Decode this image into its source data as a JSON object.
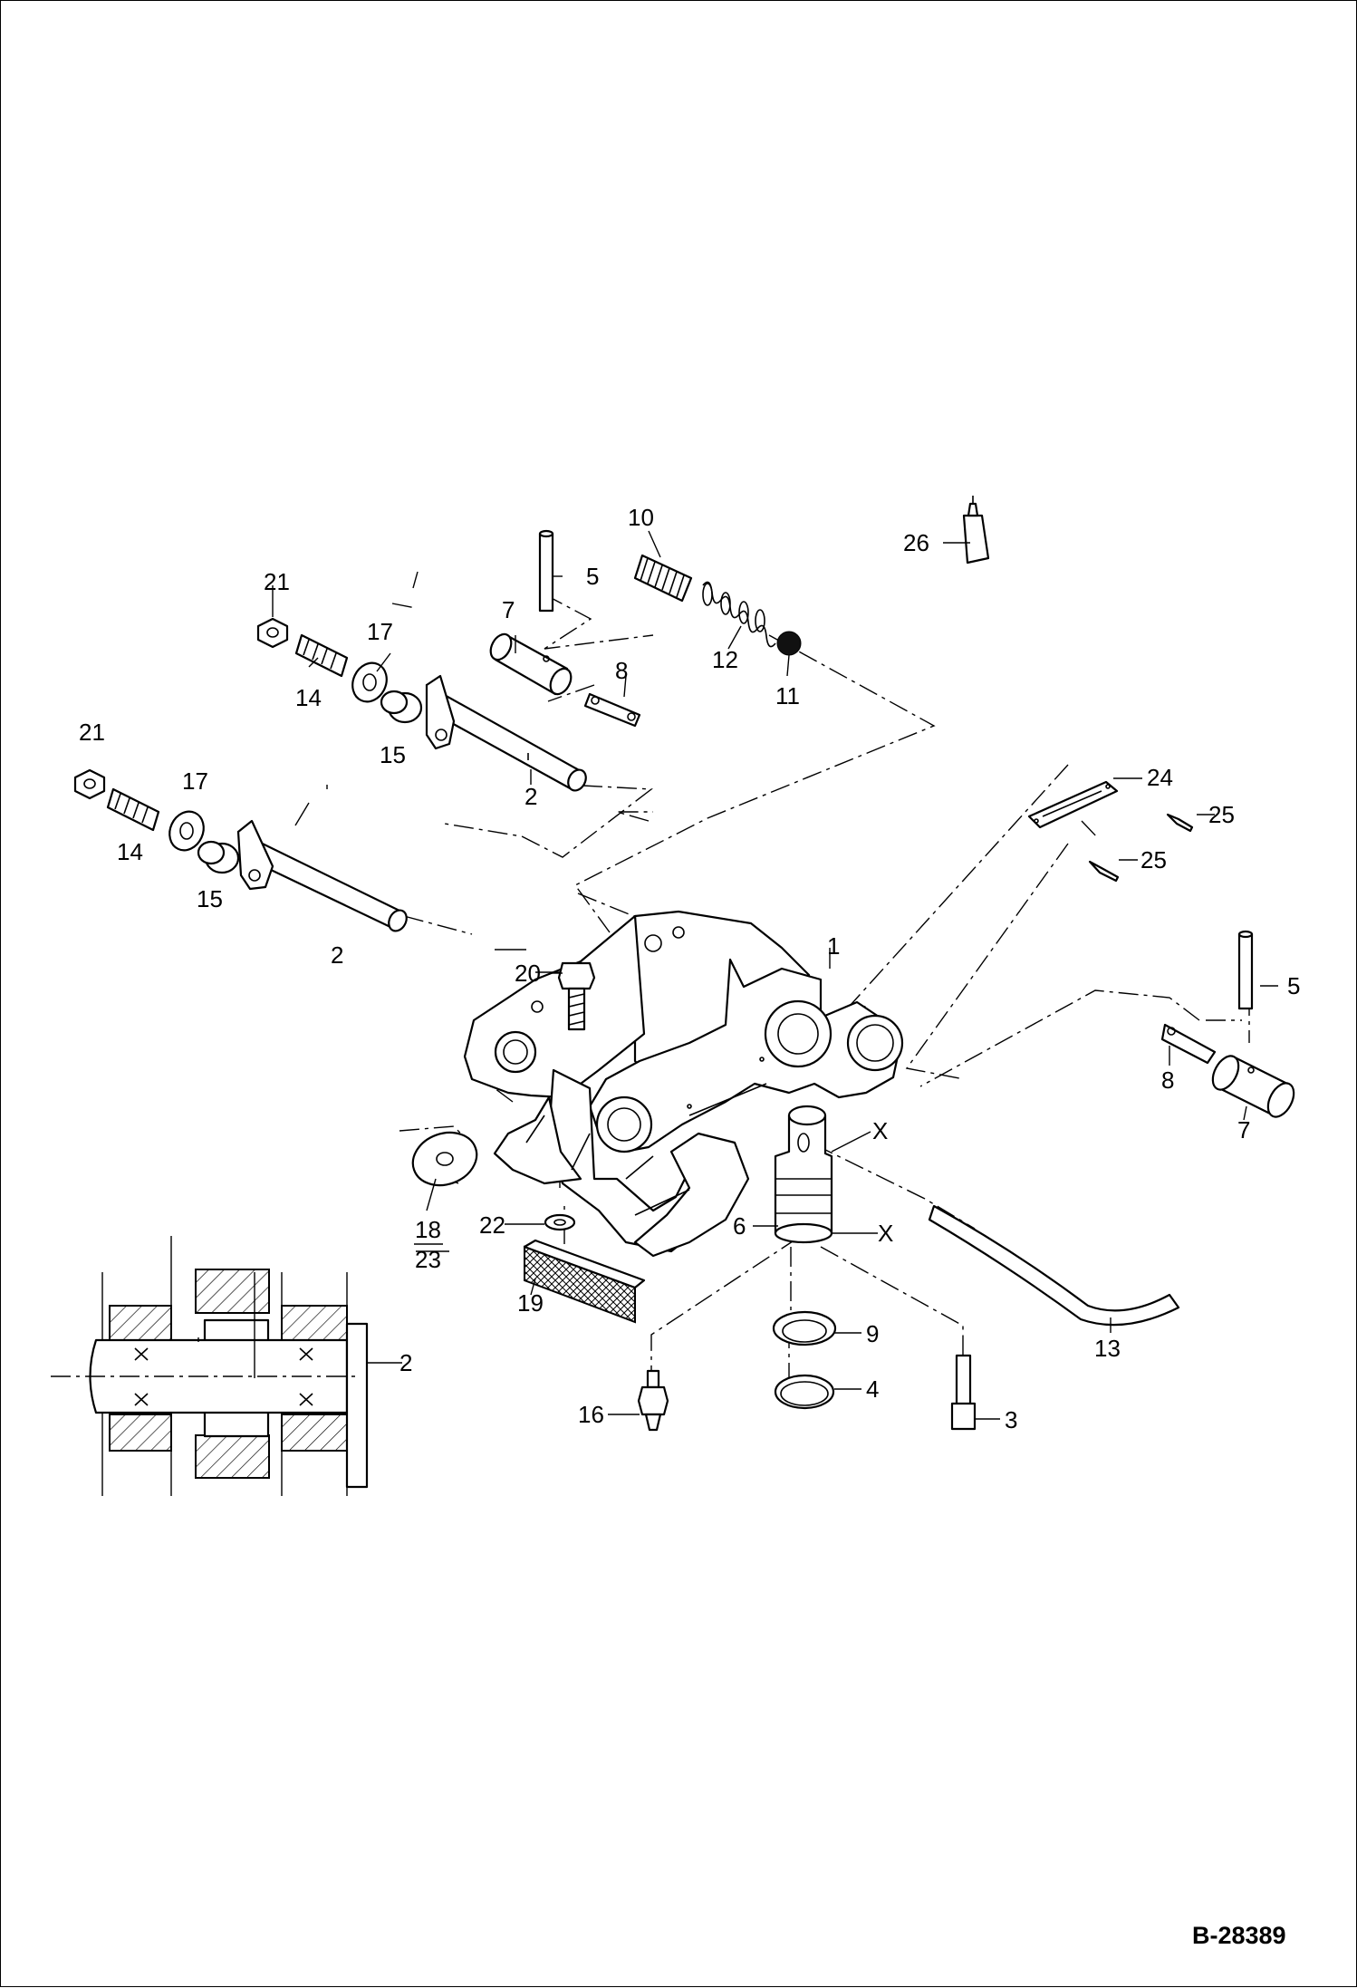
{
  "drawing": {
    "document_id": "B-28389",
    "callouts": [
      {
        "id": "c1",
        "label": "1"
      },
      {
        "id": "c2a",
        "label": "2"
      },
      {
        "id": "c2b",
        "label": "2"
      },
      {
        "id": "c2c",
        "label": "2"
      },
      {
        "id": "c3",
        "label": "3"
      },
      {
        "id": "c4",
        "label": "4"
      },
      {
        "id": "c5a",
        "label": "5"
      },
      {
        "id": "c5b",
        "label": "5"
      },
      {
        "id": "c6",
        "label": "6"
      },
      {
        "id": "c7a",
        "label": "7"
      },
      {
        "id": "c7b",
        "label": "7"
      },
      {
        "id": "c8a",
        "label": "8"
      },
      {
        "id": "c8b",
        "label": "8"
      },
      {
        "id": "c9",
        "label": "9"
      },
      {
        "id": "c10",
        "label": "10"
      },
      {
        "id": "c11",
        "label": "11"
      },
      {
        "id": "c12",
        "label": "12"
      },
      {
        "id": "c13",
        "label": "13"
      },
      {
        "id": "c14a",
        "label": "14"
      },
      {
        "id": "c14b",
        "label": "14"
      },
      {
        "id": "c15a",
        "label": "15"
      },
      {
        "id": "c15b",
        "label": "15"
      },
      {
        "id": "c16",
        "label": "16"
      },
      {
        "id": "c17a",
        "label": "17"
      },
      {
        "id": "c17b",
        "label": "17"
      },
      {
        "id": "c18",
        "label": "18"
      },
      {
        "id": "c23",
        "label": "23"
      },
      {
        "id": "c19",
        "label": "19"
      },
      {
        "id": "c20",
        "label": "20"
      },
      {
        "id": "c21a",
        "label": "21"
      },
      {
        "id": "c21b",
        "label": "21"
      },
      {
        "id": "c22",
        "label": "22"
      },
      {
        "id": "c24",
        "label": "24"
      },
      {
        "id": "c25a",
        "label": "25"
      },
      {
        "id": "c25b",
        "label": "25"
      },
      {
        "id": "c26",
        "label": "26"
      }
    ],
    "section_marks": [
      "X",
      "X"
    ]
  }
}
